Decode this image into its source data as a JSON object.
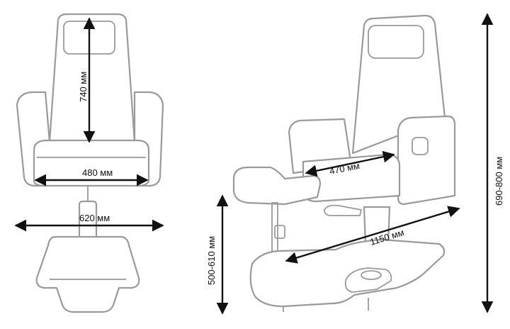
{
  "colors": {
    "outline": "#9a9a9a",
    "dimension": "#111111",
    "background": "#ffffff"
  },
  "dimensions": {
    "backrest_height": "740 мм",
    "seat_width_front": "480 мм",
    "overall_width_front": "620 мм",
    "seat_depth_side": "470 мм",
    "overall_length_side": "1150 мм",
    "overall_height_side": "690-800 мм",
    "footrest_height_side": "500-610 мм"
  }
}
